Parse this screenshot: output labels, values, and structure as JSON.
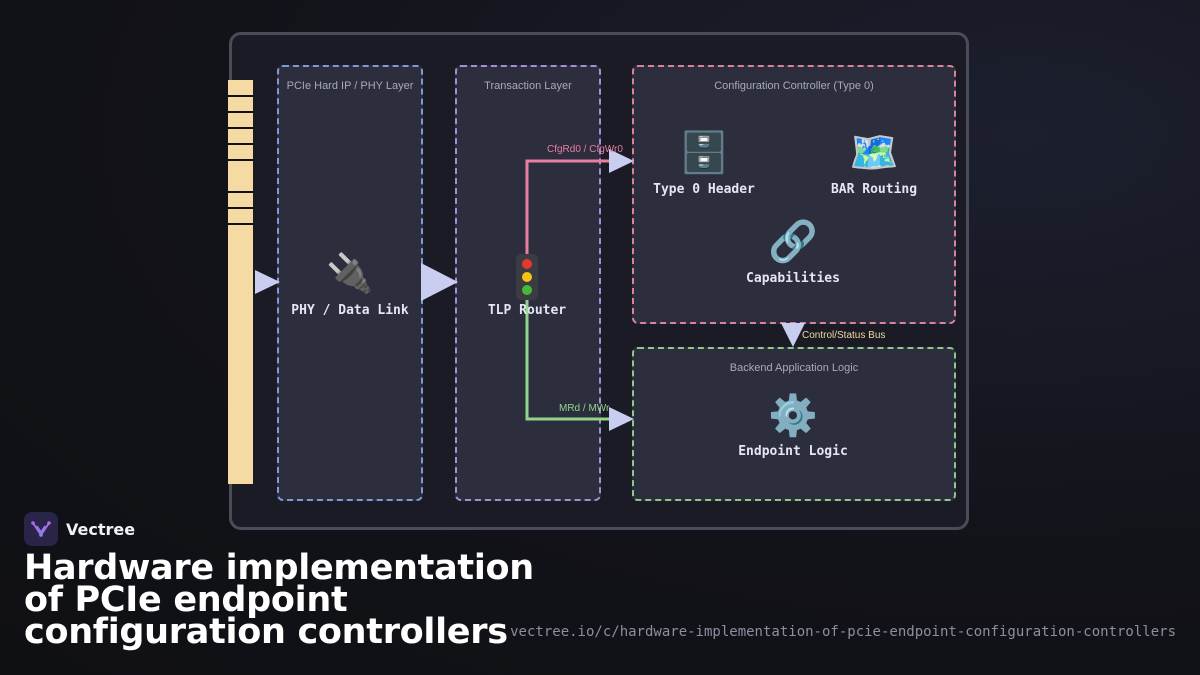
{
  "diagram": {
    "groups": {
      "phy": {
        "title": "PCIe Hard IP / PHY Layer",
        "border": "#7f9ad6"
      },
      "transaction": {
        "title": "Transaction Layer",
        "border": "#a38ed8"
      },
      "config": {
        "title": "Configuration Controller (Type 0)",
        "border": "#d9829c"
      },
      "backend": {
        "title": "Backend Application Logic",
        "border": "#8fc98a"
      }
    },
    "nodes": {
      "phy_link": {
        "label": "PHY / Data Link",
        "icon": "plug-icon",
        "glyph": "🔌"
      },
      "tlp_router": {
        "label": "TLP Router",
        "icon": "traffic-light-icon",
        "glyph": "🚦"
      },
      "type0_header": {
        "label": "Type 0 Header",
        "icon": "file-cabinet-icon",
        "glyph": "🗄️"
      },
      "bar_routing": {
        "label": "BAR Routing",
        "icon": "map-icon",
        "glyph": "🗺️"
      },
      "capabilities": {
        "label": "Capabilities",
        "icon": "link-icon",
        "glyph": "🔗"
      },
      "endpoint_logic": {
        "label": "Endpoint Logic",
        "icon": "gear-icon",
        "glyph": "⚙️"
      }
    },
    "edges": {
      "cfg": {
        "label": "CfgRd0 / CfgWr0",
        "color": "#e87fa0"
      },
      "mem": {
        "label": "MRd / MWr",
        "color": "#8fd68a"
      },
      "bus": {
        "label": "Control/Status Bus",
        "color": "#f0d9a0"
      }
    },
    "colors": {
      "arrow": "#c9cdf0",
      "edge_connector": "#f5dba3"
    }
  },
  "brand": {
    "name": "Vectree"
  },
  "title": "Hardware implementation of PCIe endpoint configuration controllers",
  "url": "vectree.io/c/hardware-implementation-of-pcie-endpoint-configuration-controllers"
}
